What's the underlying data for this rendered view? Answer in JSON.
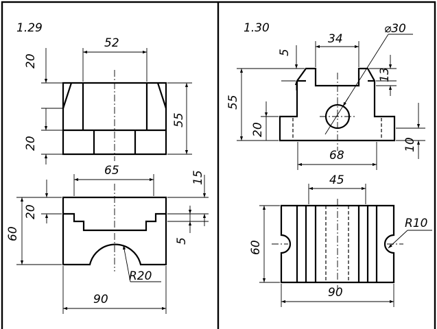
{
  "left_panel": {
    "problem_number": "1.29",
    "top_view": {
      "dim_width": "52",
      "dim_top": "20",
      "dim_bottom": "20",
      "dim_height": "55"
    },
    "front_view": {
      "dim_width_inner": "65",
      "dim_step": "15",
      "dim_left": "20",
      "dim_total_height": "60",
      "dim_small": "5",
      "dim_radius": "R20",
      "dim_width_total": "90"
    }
  },
  "right_panel": {
    "problem_number": "1.30",
    "front_view": {
      "dim_diameter": "⌀30",
      "dim_top_width": "34",
      "dim_chamfer": "5",
      "dim_right_top": "13",
      "dim_total_height": "55",
      "dim_base": "20",
      "dim_center": "68",
      "dim_right_base": "10"
    },
    "top_view": {
      "dim_width_inner": "45",
      "dim_radius": "R10",
      "dim_height": "60",
      "dim_width_total": "90"
    }
  }
}
